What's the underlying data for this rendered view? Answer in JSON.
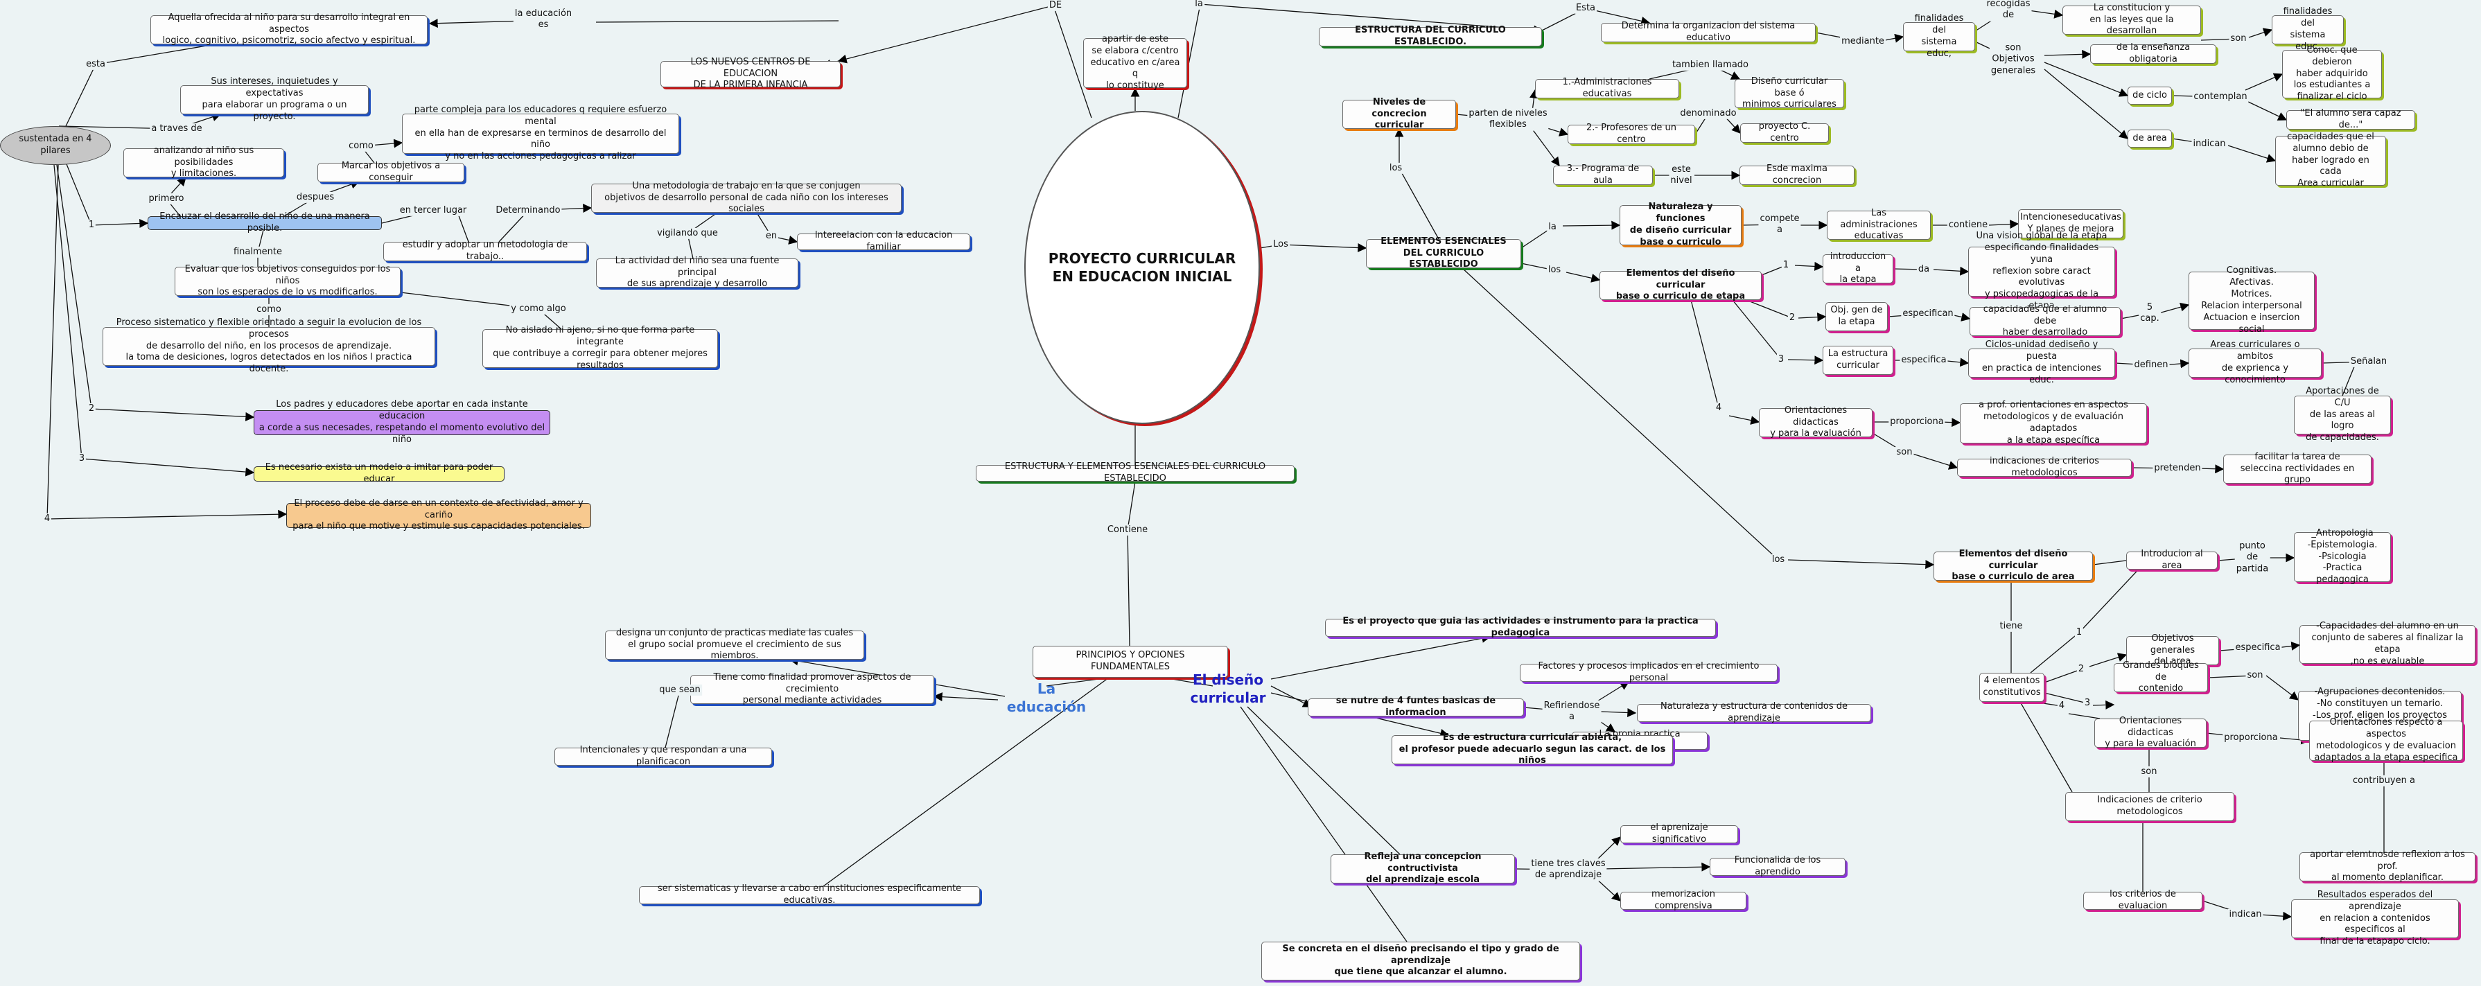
{
  "nodes": {
    "center": "PROYECTO CURRICULAR\nEN EDUCACION INICIAL",
    "estructura_title": "ESTRUCTURA DEL CURRICULO ESTABLECIDO.",
    "apartir": "apartir de este\nse elabora c/centro\neducativo en c/area q\nlo constituye",
    "nuevos_centros": "LOS NUEVOS CENTROS DE EDUCACION\nDE LA PRIMERA INFANCIA",
    "aquella": "Aquella ofrecida al niño para su desarrollo integral en aspectos\nlogico, cognitivo, psicomotriz, socio afectvo y espiritual.",
    "sustentada": "sustentada en 4 pilares",
    "sus_intereses": "Sus intereses, inquietudes y expectativas\npara elaborar un programa o un proyecto.",
    "analizando": "analizando al niño sus posibilidades\ny limitaciones.",
    "parte_compleja": "parte compleja para los educadores q requiere esfuerzo mental\nen ella han de expresarse en terminos de desarrollo del niño\ny no en las acciones pedagogicas a ralizar",
    "marcar": "Marcar los objetivos a conseguir",
    "encauzar": "Encauzar el desarrollo del niño de una manera posible.",
    "metodologia": "Una metodologia de trabajo en la que se conjugen\nobjetivos de desarrollo personal de cada niño con los intereses sociales",
    "estudir": "estudir y adoptar un metodologia de trabajo..",
    "interrelacion": "Intereelacion con la educacion familiar",
    "actividad": "La actividad del niño sea una fuente principal\nde sus aprendizaje y desarrollo",
    "evaluar": "Evaluar que los objetivos conseguidos por los niños\nson los esperados de lo vs modificarlos.",
    "proceso": "Proceso sistematico y flexible orientado a seguir la evolucion de los procesos\nde desarrollo del niño, en los procesos de aprendizaje.\nla toma de desiciones,  logros detectados en los niños  l practica docente.",
    "no_aislado": "No aislado ni ajeno, si no que forma parte integrante\nque contribuye a corregir  para obtener mejores\nresultados",
    "padres": "Los padres  y educadores debe aportar en cada instante educacion\na corde a sus necesades, respetando el momento evolutivo del niño",
    "necesario": "Es necesario exista un modelo a imitar para poder  educar",
    "proceso_afect": "El proceso debe de darse en un contexto de afectividad, amor y cariño\npara el niño que motive y estimule sus capacidades potenciales.",
    "estructura_bottom": "ESTRUCTURA Y ELEMENTOS ESENCIALES DEL CURRICULO ESTABLECIDO",
    "principios": "PRINCIPIOS Y OPCIONES FUNDAMENTALES",
    "la_educacion": "La educación",
    "el_diseno": "El diseño\ncurricular",
    "designa": "designa un conjunto de practicas mediate las cuales\nel grupo social promueve el crecimiento de sus miembros.",
    "tiene_como": "Tiene  como finalidad promover aspectos de crecimiento\npersonal mediante actividades",
    "intencionales": "Intencionales y que respondan a una planificacon",
    "ser_sistematicas": "ser sistematicas y llevarse a cabo en instituciones especificamente educativas.",
    "es_el_proyecto": "Es el proyecto que guia las actividades e instrumento para la practica pedagogica",
    "se_nutre": "se nutre de 4 funtes basicas de informacion",
    "factores": "Factores y procesos implicados en el crecimiento personal",
    "naturaleza_estructura": "Naturaleza y estructura de contenidos de aprendizaje",
    "la_propia": "La propia practica pedagogica",
    "es_de_estructura": "Es de estructura curricular abierta,\nel profesor puede adecuarlo segun las caract. de los niños",
    "refleja": "Refleja una concepcion contructivista\ndel aprendizaje escola",
    "aprenizaje_sig": "el aprenizaje significativo",
    "funcionalida": "Funcionalida de los aprendido",
    "memorizacion": "memorizacion comprensiva",
    "se_concreta": "Se concreta en el diseño precisando el tipo y grado de aprendizaje\nque tiene que alcanzar el alumno.",
    "determina": "Determina la organizacion del sistema educativo",
    "finalidades_sistema": "finalidades del\nsistema educ,",
    "constitucion": "La constitucion y\nen las leyes que la desarrollan",
    "finalidades_sist2": "finalidades del\nsistema educ.",
    "ensenanza": "de la enseñanza obligatoria",
    "de_ciclo": "de ciclo",
    "de_area": "de area",
    "conoc": "Conoc. que debieron\nhaber adquirido\nlos estudiantes a\nfinalizar el ciclo",
    "alumno_capaz": "\"El alumno sera capaz de...\"",
    "capacidades_area": "capacidades que el\nalumno debio de\nhaber logrado en cada\nArea curricular",
    "niveles": "Niveles de concrecion\ncurricular",
    "administraciones": "1.-Administraciones educativas",
    "profesores": "2.- Profesores de un centro",
    "programa_aula": "3.- Programa de aula",
    "diseno_base": "Diseño curricular base ó\nminimos curriculares",
    "proyecto_c": "proyecto C. centro",
    "esde_maxima": "Esde maxima concrecion",
    "elementos_esenciales": "ELEMENTOS ESENCIALES\nDEL CURRICULO ESTABLECIDO",
    "naturaleza_funciones": "Naturaleza y funciones\nde diseño curricular\nbase o curriculo",
    "las_admin": "Las administraciones\neducativas",
    "intencionesed": "Intencioneseducativas\nY planes de mejora",
    "elementos_etapa": "Elementos del diseño curricular\nbase o curriculo de etapa",
    "introduccion_etapa": "introduccion a\nla etapa",
    "vision_global": "Una vision global de la etapa\nespecificando finalidades yuna\nreflexion sobre caract evolutivas\ny psicopedagogicas de la etapa",
    "obj_gen": "Obj. gen de\nla etapa",
    "capacidades_alumno": "capacidades que el alumno debe\nhaber desarrollado",
    "cognitivas": "Cognitivas.\nAfectivas.\nMotrices.\nRelacion interpersonal\nActuacion e insercion social",
    "estructura_curricular": "La estructura\ncurricular",
    "ciclos_unidad": "Ciclos-unidad dediseño y puesta\nen practica de intenciones educ.",
    "areas_curriculares": "Areas curriculares o ambitos\nde exprienca y conocimiento",
    "aportaciones": "Aportaciones de C/U\nde las areas al logro\nde capacidades.",
    "orientaciones_etapa": "Orientaciones didacticas\ny para la evaluación",
    "a_prof": "a prof. orientaciones en aspectos\nmetodologicos y de evaluación adaptados\na la etapa específica",
    "indicaciones_criterios": "indicaciones de criterios metodologicos",
    "facilitar": "facilitar la tarea de\nseleccina rectividades en grupo",
    "elementos_area": "Elementos del diseño curricular\nbase o curriculo de area",
    "introducion_area": "Introducion al area",
    "antropologia": "_Antropologia\n-Epistemologia.\n-Psicologia\n-Practica pedagogica",
    "cuatro_elementos": "4 elementos\nconstitutivos",
    "obj_generales_area": "Objetivos generales\ndel area",
    "capacidades_alumno_final": "-Capacidades del alumno en un\nconjunto de saberes al finalizar la etapa\n,no es evaluable",
    "grandes_bloques": "Grandes bloques de\ncontenido",
    "agrupaciones": "-Agrupaciones decontenidos.\n-No constituyen un temario.\n-Los prof. eligen los proyectos\nycontenidos para c/unidad didactica.",
    "orientaciones_area": "Orientaciones didacticas\ny para la evaluación",
    "orientaciones_respecto": "Orientaciones respecto a aspectos\nmetodologicos y de evaluacion\nadaptados a la etapa especifica",
    "indicaciones_area": "Indicaciones de criterio metodologicos",
    "criterios_evaluacion": "los criterios de evaluacion",
    "aportar": "aportar elemtnosde reflexion a los prof.\nal momento deplanificar.",
    "resultados": "Resultados esperados del aprendizaje\nen relacion a contenidos especificos al\nfinal de la etapapo ciclo."
  },
  "labels": {
    "de": "DE",
    "la_top": "la",
    "la_educacion_es": "la educación\nes",
    "esta_left": "esta",
    "esta_top": "Esta",
    "a_traves": "a traves de",
    "como_1": "como",
    "primero": "primero",
    "despues": "despues",
    "en_tercer": "en tercer lugar",
    "determinando": "Determinando",
    "vigilando": "vigilando que",
    "en": "en",
    "finalmente": "finalmente",
    "como_2": "como",
    "y_como_algo": "y como algo",
    "num_1": "1",
    "num_2": "2",
    "num_3": "3",
    "num_4": "4",
    "los_center": "Los",
    "contiene": "Contiene",
    "que_sean": "que sean",
    "refiriendose": "Refiriendose\na",
    "tiene_tres": "tiene tres claves\nde aprendizaje",
    "mediante": "mediante",
    "recogidas": "recogidas\nde",
    "son_obj": "son\nObjetivos\ngenerales",
    "son_r": "son",
    "contemplan": "contemplan",
    "indican": "indican",
    "tambien_llamado": "tambien llamado",
    "denominado": "denominado",
    "parten": "parten de niveles\nflexibles",
    "este_nivel": "este\nnivel",
    "los_up": "los",
    "la_r": "la",
    "compete": "compete\na",
    "contiene_r": "contiene",
    "los_r": "los",
    "da": "da",
    "especifican": "especifican",
    "cinco_cap": "5\ncap.",
    "especifica": "especifica",
    "definen": "definen",
    "senalan": "Señalan",
    "proporciona": "proporciona",
    "son_etapa": "son",
    "pretenden": "pretenden",
    "los_area": "los",
    "punto_partida": "punto\nde\npartida",
    "tiene": "tiene",
    "especifica_area": "especifica",
    "son_area": "son",
    "proporciona_area": "proporciona",
    "son_area2": "son",
    "contribuyen": "contribuyen a",
    "indican_area": "indican"
  }
}
